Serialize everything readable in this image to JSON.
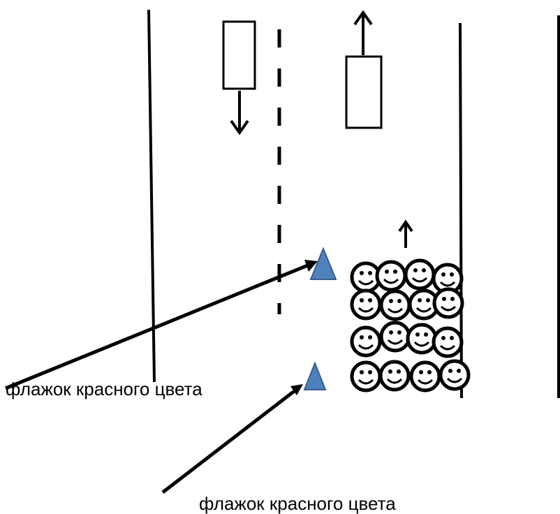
{
  "labels": {
    "flag_label_upper": "флажок красного цвета",
    "flag_label_lower": "флажок красного цвета"
  },
  "colors": {
    "line": "#000000",
    "flag_fill": "#4f81bd",
    "flag_stroke": "#385d8a",
    "background": "#ffffff"
  },
  "icons": {
    "flag": "triangle-flag-icon",
    "person": "smiley-face-icon",
    "direction": "arrow-icon"
  },
  "crowd": {
    "rows": 4,
    "columns": 4,
    "count": 16
  }
}
